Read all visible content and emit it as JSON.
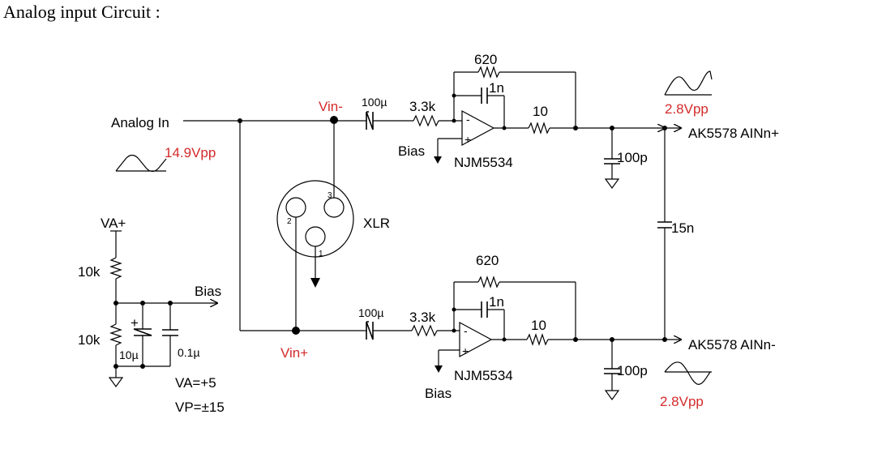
{
  "title": "Analog input Circuit :",
  "labels": {
    "analog_in": "Analog In",
    "input_level": "14.9Vpp",
    "vin_minus": "Vin-",
    "vin_plus": "Vin+",
    "xlr": "XLR",
    "pin1": "1",
    "pin2": "2",
    "pin3": "3",
    "bias": "Bias",
    "va_plus": "VA+",
    "va_value": "VA=+5",
    "vp_value": "VP=±15",
    "opamp": "NJM5534",
    "out_plus": "AK5578 AINn+",
    "out_minus": "AK5578 AINn-",
    "out_level": "2.8Vpp",
    "plus_sign": "+",
    "minus_sign": "-"
  },
  "components": {
    "feedback_r": "620",
    "feedback_c": "1n",
    "input_r": "3.3k",
    "input_cap": "100µ",
    "output_r": "10",
    "output_c": "100p",
    "diff_c": "15n",
    "bias_r": "10k",
    "bias_cap_elec": "10µ",
    "bias_cap": "0.1µ"
  },
  "colors": {
    "wire": "#000000",
    "signal_level": "#d32a2a",
    "background": "#ffffff"
  }
}
